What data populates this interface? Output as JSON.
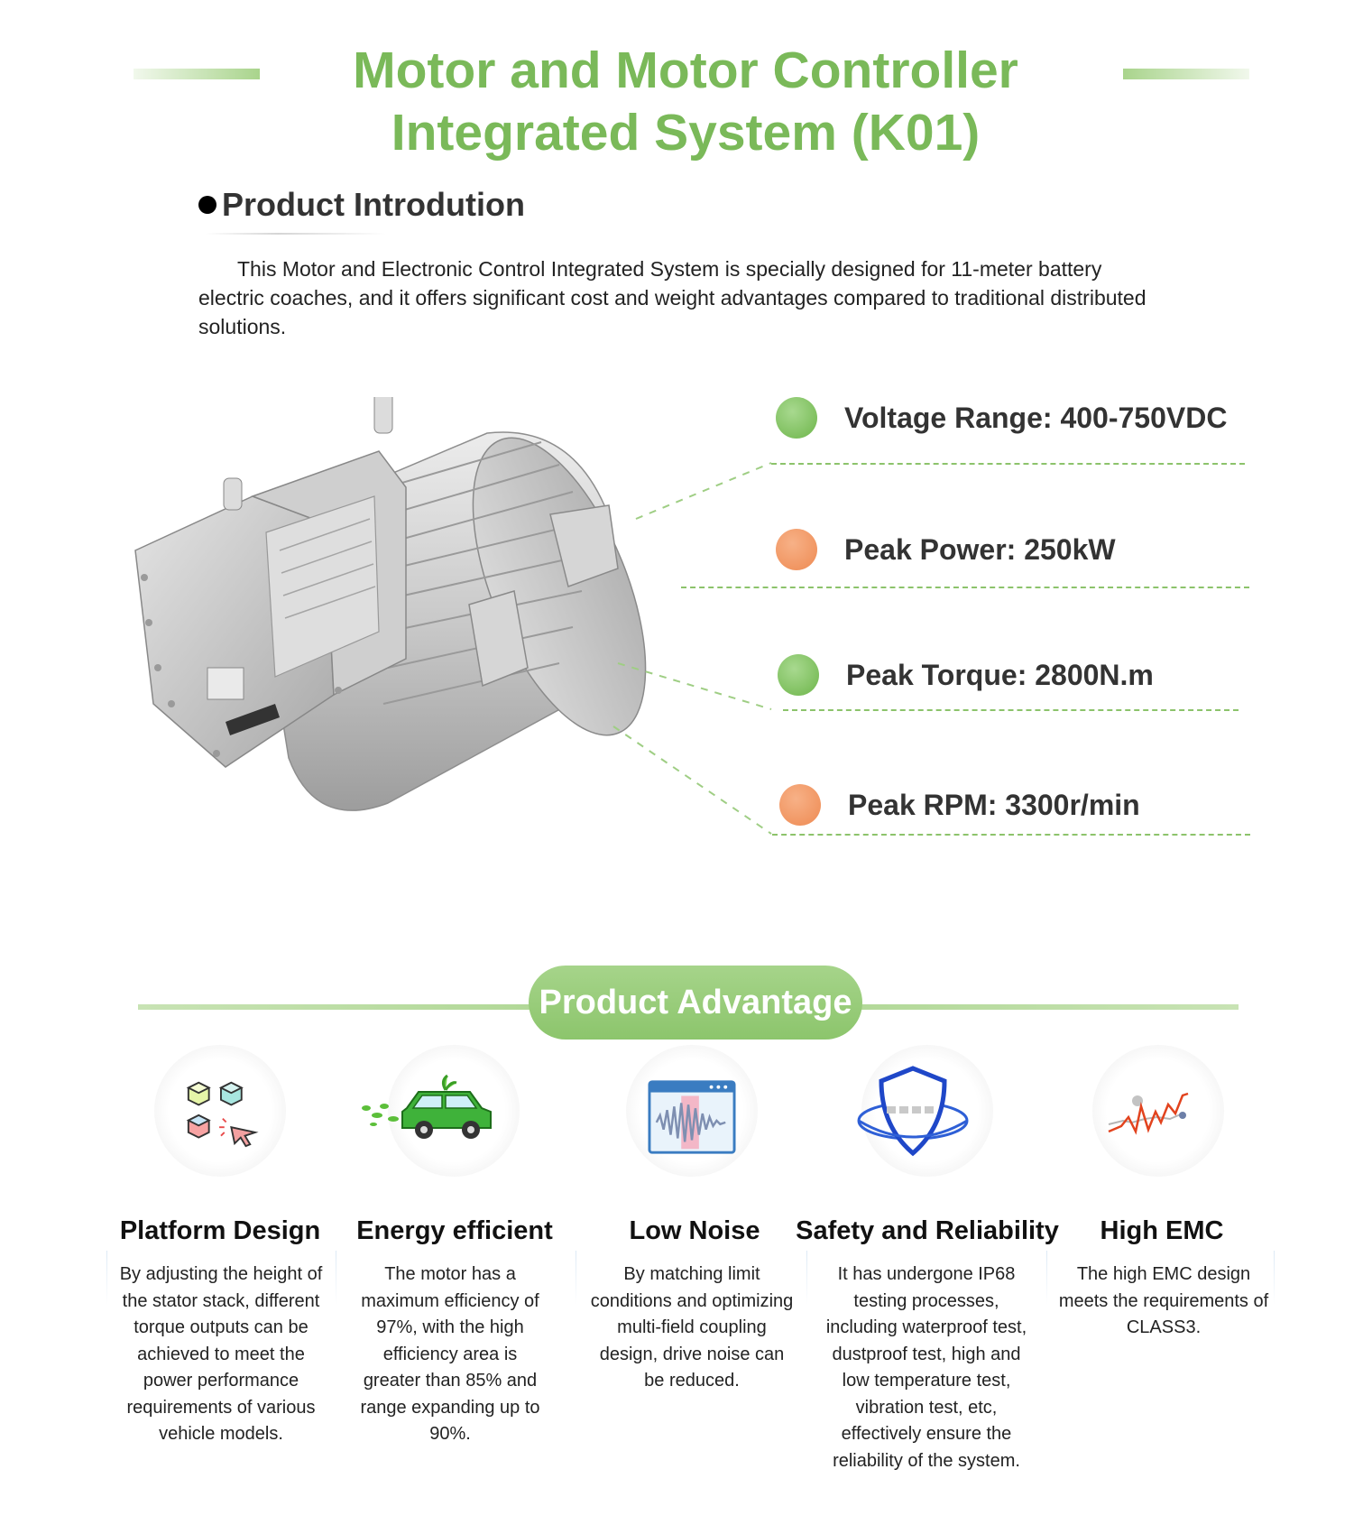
{
  "title": {
    "line1": "Motor and Motor Controller",
    "line2": "Integrated System (K01)"
  },
  "intro": {
    "heading": "Product Introdution",
    "text": "This Motor and Electronic Control Integrated System is specially designed for 11-meter battery electric coaches, and it offers significant cost and weight advantages compared to traditional distributed solutions."
  },
  "specs": [
    {
      "label": "Voltage Range: 400-750VDC",
      "color": "green"
    },
    {
      "label": "Peak Power: 250kW",
      "color": "orange"
    },
    {
      "label": "Peak Torque: 2800N.m",
      "color": "green"
    },
    {
      "label": "Peak RPM: 3300r/min",
      "color": "orange"
    }
  ],
  "advantage": {
    "heading": "Product Advantage",
    "items": [
      {
        "title": "Platform Design",
        "text": "By adjusting the height of the stator stack, different torque outputs can be achieved to meet the power performance requirements of various vehicle models.",
        "icon": "cubes-cursor-icon"
      },
      {
        "title": "Energy efficient",
        "text": "The motor has a maximum efficiency of 97%, with the high efficiency area is greater than 85% and range expanding up to 90%.",
        "icon": "green-car-icon"
      },
      {
        "title": "Low Noise",
        "text": "By matching limit conditions and optimizing multi-field coupling design, drive noise can be reduced.",
        "icon": "sound-wave-window-icon"
      },
      {
        "title": "Safety and Reliability",
        "text": "It has undergone IP68 testing processes, including waterproof test, dustproof test, high and low temperature test, vibration test, etc, effectively ensure the reliability of the system.",
        "icon": "shield-orbit-icon"
      },
      {
        "title": "High EMC",
        "text": "The high EMC design meets the requirements of CLASS3.",
        "icon": "signal-chart-icon"
      }
    ]
  },
  "colors": {
    "accent_green": "#7ab959",
    "spec_green": "#6db54a",
    "spec_orange": "#ee8a52"
  }
}
